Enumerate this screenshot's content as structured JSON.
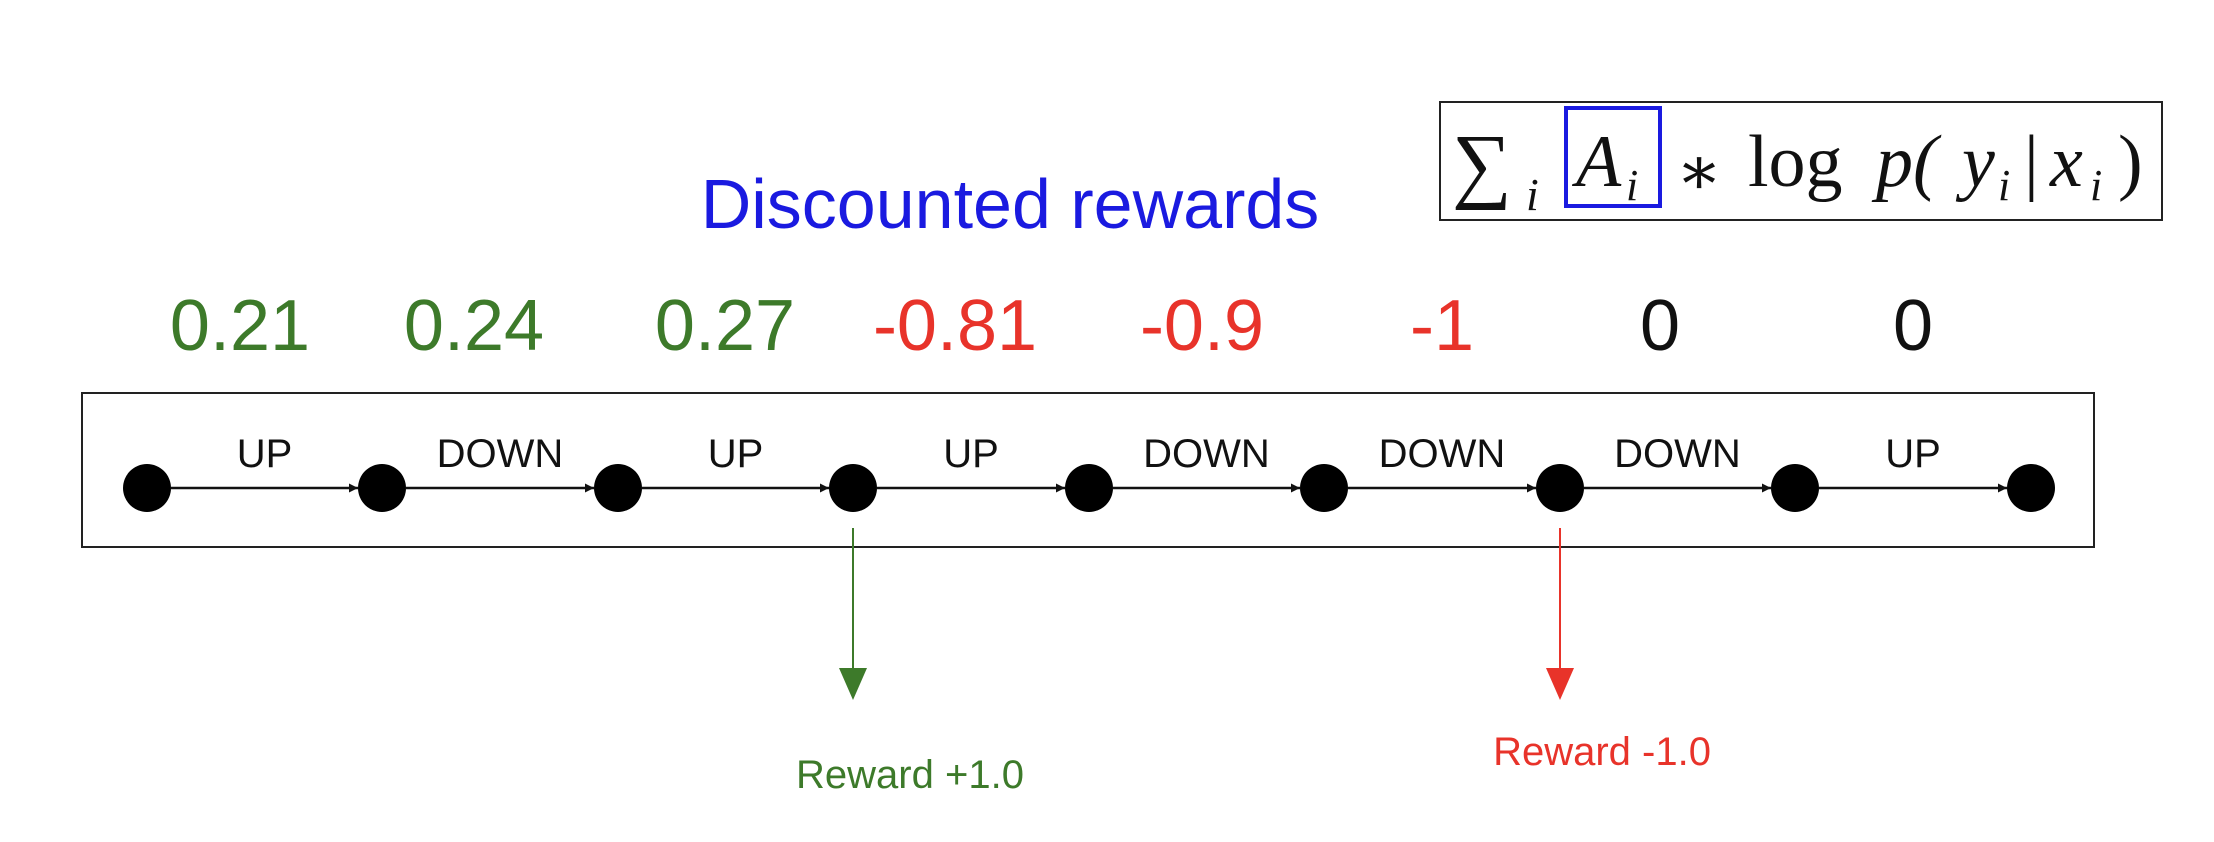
{
  "title": "Discounted rewards",
  "formula": {
    "sum_symbol": "∑",
    "sum_index": "i",
    "advantage_letter": "A",
    "advantage_index": "i",
    "operator": "∗",
    "log_word": "log",
    "prob_prefix": "p(",
    "y_letter": "y",
    "y_index": "i",
    "bar": "|",
    "x_letter": "x",
    "x_index": "i",
    "close_paren": ")"
  },
  "values": [
    "0.21",
    "0.24",
    "0.27",
    "-0.81",
    "-0.9",
    "-1",
    "0",
    "0"
  ],
  "actions": [
    "UP",
    "DOWN",
    "UP",
    "UP",
    "DOWN",
    "DOWN",
    "DOWN",
    "UP"
  ],
  "rewards": [
    {
      "label": "Reward +1.0",
      "state_index": 3,
      "color": "#3d7a2a"
    },
    {
      "label": "Reward -1.0",
      "state_index": 6,
      "color": "#e8332a"
    }
  ],
  "colors": {
    "title": "#1a1ae0",
    "positive": "#3d7a2a",
    "negative": "#e8332a",
    "neutral": "#111111",
    "box_highlight": "#1a1ae0"
  }
}
